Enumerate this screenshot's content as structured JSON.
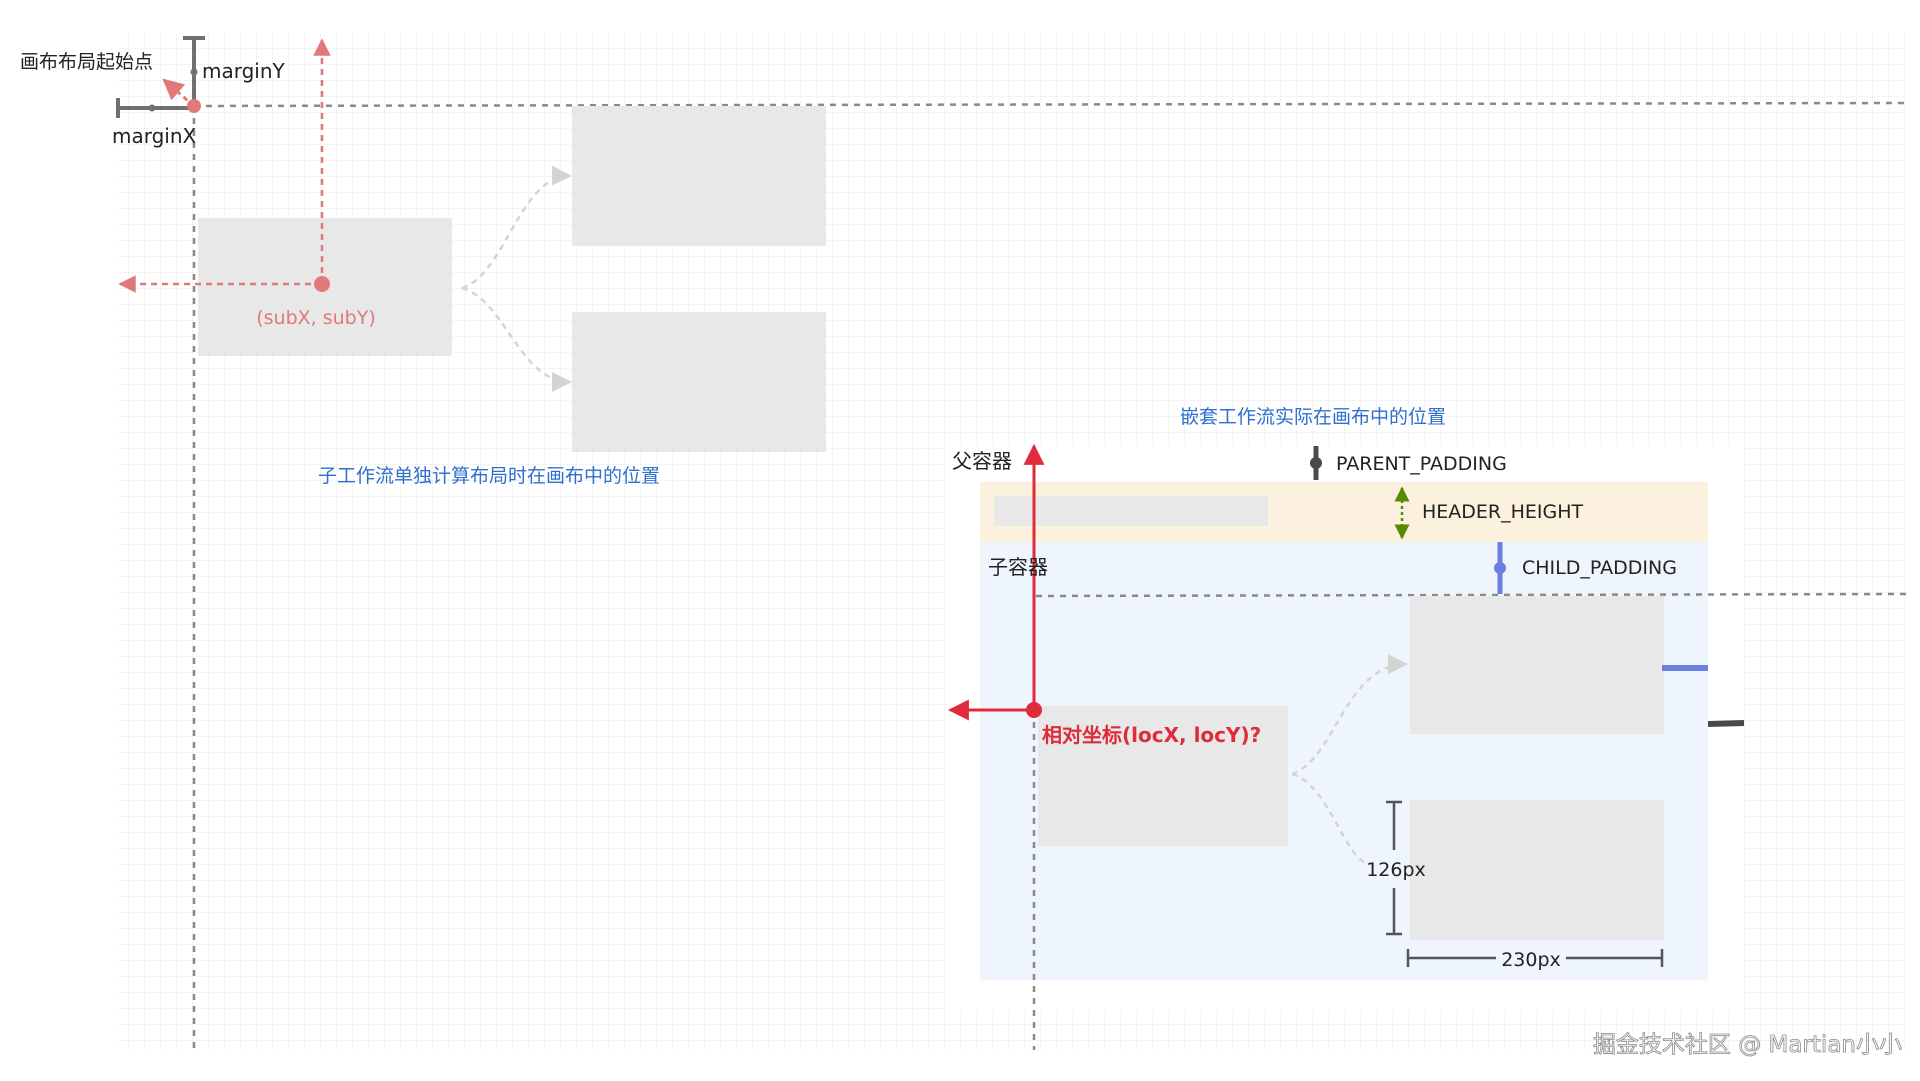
{
  "labels": {
    "canvas_origin": "画布布局起始点",
    "margin_y": "marginY",
    "margin_x": "marginX",
    "sub_coord": "(subX, subY)",
    "sub_caption": "子工作流单独计算布局时在画布中的位置",
    "nested_caption": "嵌套工作流实际在画布中的位置",
    "parent_container": "父容器",
    "child_container": "子容器",
    "parent_padding": "PARENT_PADDING",
    "header_height": "HEADER_HEIGHT",
    "child_padding": "CHILD_PADDING",
    "relative_coord": "相对坐标(locX, locY)?",
    "height_dim": "126px",
    "width_dim": "230px",
    "watermark": "掘金技术社区 @ Martian小小"
  },
  "colors": {
    "grid_line": "#e9e9e9",
    "node_fill": "#e8e8e8",
    "guide_dash": "#8a8a8a",
    "sub_red": "#e07a7a",
    "loc_red": "#e02b3a",
    "caption_blue": "#2f6fcf",
    "header_fill": "#fbf1de",
    "child_fill": "#eef5fc",
    "header_arrow_green": "#5a8a00",
    "child_padding_blue": "#6a80e0",
    "marker_dark": "#4a4a4a"
  }
}
